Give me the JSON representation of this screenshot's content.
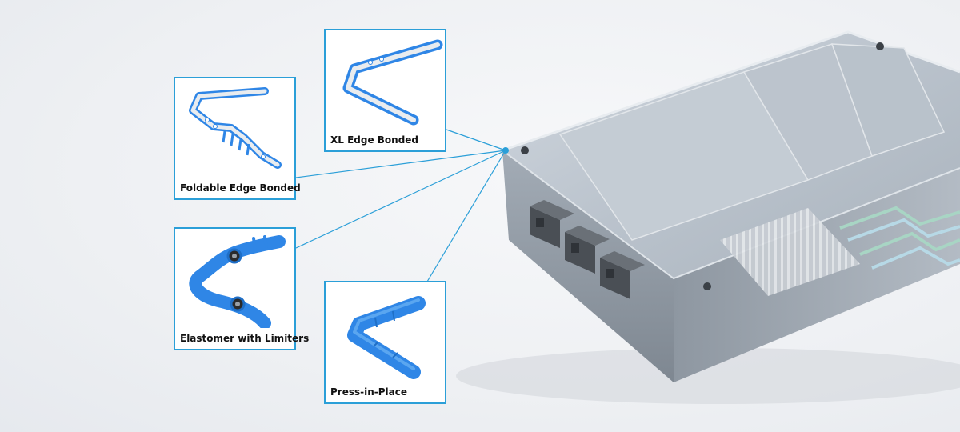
{
  "callouts": [
    {
      "label": "Foldable Edge Bonded"
    },
    {
      "label": "XL Edge Bonded"
    },
    {
      "label": "Elastomer with Limiters"
    },
    {
      "label": "Press-in-Place"
    }
  ],
  "colors": {
    "accent": "#2b9fd8",
    "gasket_blue": "#2f86e6",
    "housing_gray": "#9aa3ad"
  }
}
